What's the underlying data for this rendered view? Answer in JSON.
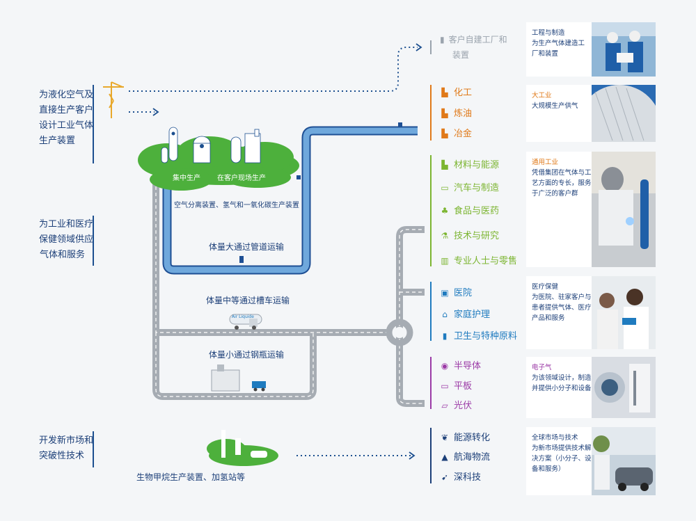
{
  "left_sections": [
    {
      "lines": [
        "为液化空气及",
        "直接生产客户",
        "设计工业气体",
        "生产装置"
      ]
    },
    {
      "lines": [
        "为工业和医疗",
        "保健领域供应",
        "气体和服务"
      ]
    },
    {
      "lines": [
        "开发新市场和",
        "突破性技术"
      ]
    }
  ],
  "center": {
    "cloud_left": "集中生产",
    "cloud_right": "在客户现场生产",
    "cloud_caption": "空气分离装置、氢气和一氧化碳生产装置",
    "pipeline": "体量大通过管道运输",
    "tanker": "体量中等通过槽车运输",
    "cylinder": "体量小通过钢瓶运输",
    "biogas": "生物甲烷生产装置、加氢站等",
    "truck_brand": "Air Liquide"
  },
  "top_target": [
    "客户自建工厂和",
    "装置"
  ],
  "groups": [
    {
      "color": "#e07a1a",
      "items": [
        {
          "icon": "factory-icon",
          "label": "化工"
        },
        {
          "icon": "refinery-icon",
          "label": "炼油"
        },
        {
          "icon": "metal-icon",
          "label": "冶金"
        }
      ]
    },
    {
      "color": "#7cb531",
      "items": [
        {
          "icon": "energy-icon",
          "label": "材料与能源"
        },
        {
          "icon": "car-icon",
          "label": "汽车与制造"
        },
        {
          "icon": "food-icon",
          "label": "食品与医药"
        },
        {
          "icon": "flask-icon",
          "label": "技术与研究"
        },
        {
          "icon": "shop-icon",
          "label": "专业人士与零售"
        }
      ]
    },
    {
      "color": "#1f7bbf",
      "items": [
        {
          "icon": "hospital-icon",
          "label": "医院"
        },
        {
          "icon": "home-icon",
          "label": "家庭护理"
        },
        {
          "icon": "bottle-icon",
          "label": "卫生与特种原料"
        }
      ]
    },
    {
      "color": "#9b3aa6",
      "items": [
        {
          "icon": "chip-icon",
          "label": "半导体"
        },
        {
          "icon": "monitor-icon",
          "label": "平板"
        },
        {
          "icon": "solar-icon",
          "label": "光伏"
        }
      ]
    },
    {
      "color": "#1c3f78",
      "items": [
        {
          "icon": "leaf-icon",
          "label": "能源转化"
        },
        {
          "icon": "ship-icon",
          "label": "航海物流"
        },
        {
          "icon": "rocket-icon",
          "label": "深科技"
        }
      ]
    }
  ],
  "cards": [
    {
      "title": "工程与制造",
      "lines": [
        "为生产气体建造工",
        "厂和装置"
      ],
      "title_color": "#1c3f78",
      "photo": "engineers-photo"
    },
    {
      "title": "大工业",
      "lines": [
        "大规模生产供气"
      ],
      "title_color": "#e07a1a",
      "photo": "tank-photo"
    },
    {
      "title": "通用工业",
      "lines": [
        "凭借集团在气体与工",
        "艺方面的专长，服务",
        "于广泛的客户群"
      ],
      "title_color": "#e07a1a",
      "photo": "welder-photo"
    },
    {
      "title": "医疗保健",
      "lines": [
        "为医院、驻家客户与",
        "患者提供气体、医疗",
        "产品和服务"
      ],
      "title_color": "#1c3f78",
      "photo": "doctor-photo"
    },
    {
      "title": "电子气",
      "lines": [
        "为该领域设计，制造",
        "并提供小分子和设备"
      ],
      "title_color": "#9b3aa6",
      "photo": "lab-photo"
    },
    {
      "title": "全球市场与技术",
      "lines": [
        "为新市场提供技术解",
        "决方案（小分子、设",
        "备和服务）"
      ],
      "title_color": "#1c3f78",
      "photo": "station-photo"
    }
  ]
}
